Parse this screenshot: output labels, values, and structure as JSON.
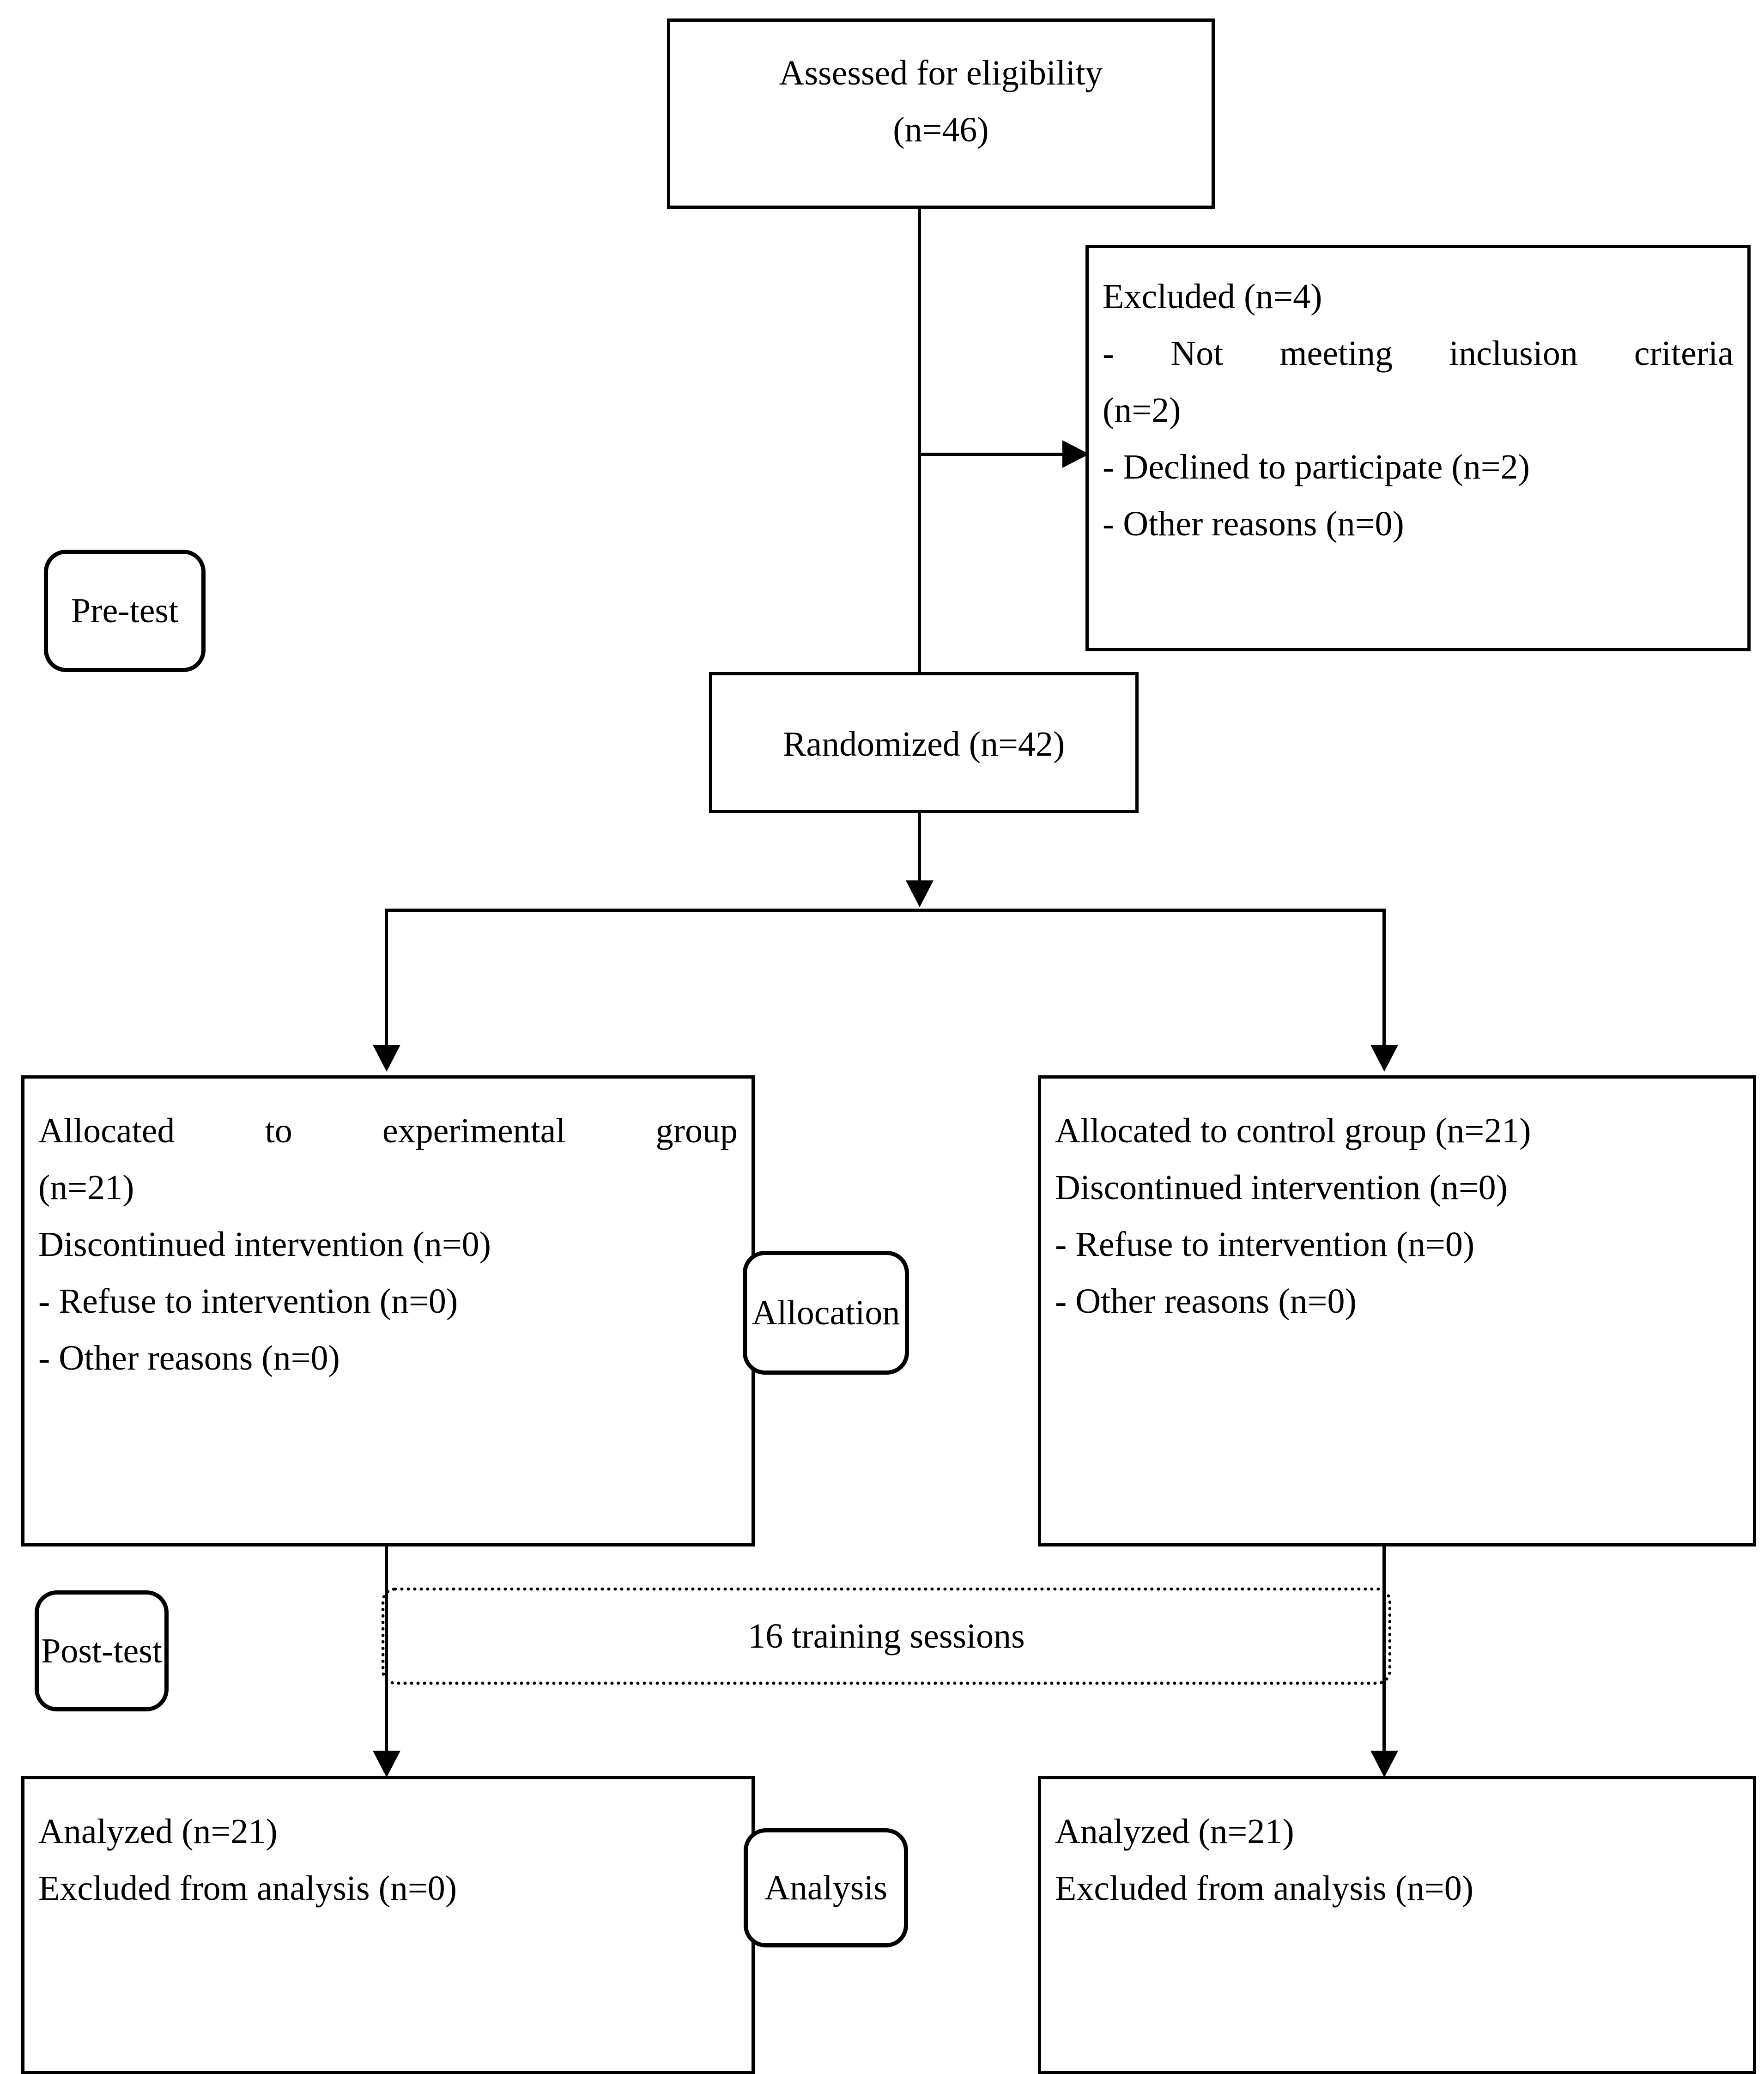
{
  "diagram": {
    "type": "CONSORT participant flow diagram",
    "nodes": {
      "assessed": {
        "line1": "Assessed for eligibility",
        "line2": "(n=46)"
      },
      "excluded": {
        "line1": "Excluded (n=4)",
        "line2": "- Not meeting inclusion criteria",
        "line3": "(n=2)",
        "line4": "- Declined to participate (n=2)",
        "line5": "- Other reasons (n=0)"
      },
      "randomized": {
        "line1": "Randomized (n=42)"
      },
      "experimental": {
        "line1": "Allocated to experimental group",
        "line2": "(n=21)",
        "line3": "Discontinued intervention (n=0)",
        "line4": "- Refuse to intervention (n=0)",
        "line5": "- Other reasons (n=0)"
      },
      "control": {
        "line1": "Allocated to control group (n=21)",
        "line2": "Discontinued intervention (n=0)",
        "line3": "- Refuse to intervention (n=0)",
        "line4": "- Other reasons (n=0)"
      },
      "analyzed_left": {
        "line1": "Analyzed (n=21)",
        "line2": "Excluded from analysis (n=0)"
      },
      "analyzed_right": {
        "line1": "Analyzed (n=21)",
        "line2": "Excluded from analysis (n=0)"
      }
    },
    "stage_labels": {
      "pre_test": "Pre-test",
      "allocation": "Allocation",
      "post_test": "Post-test",
      "analysis": "Analysis"
    },
    "intervention_band": {
      "label": "16 training sessions"
    },
    "colors": {
      "stroke": "#000000",
      "background": "#ffffff",
      "text": "#000000"
    }
  }
}
